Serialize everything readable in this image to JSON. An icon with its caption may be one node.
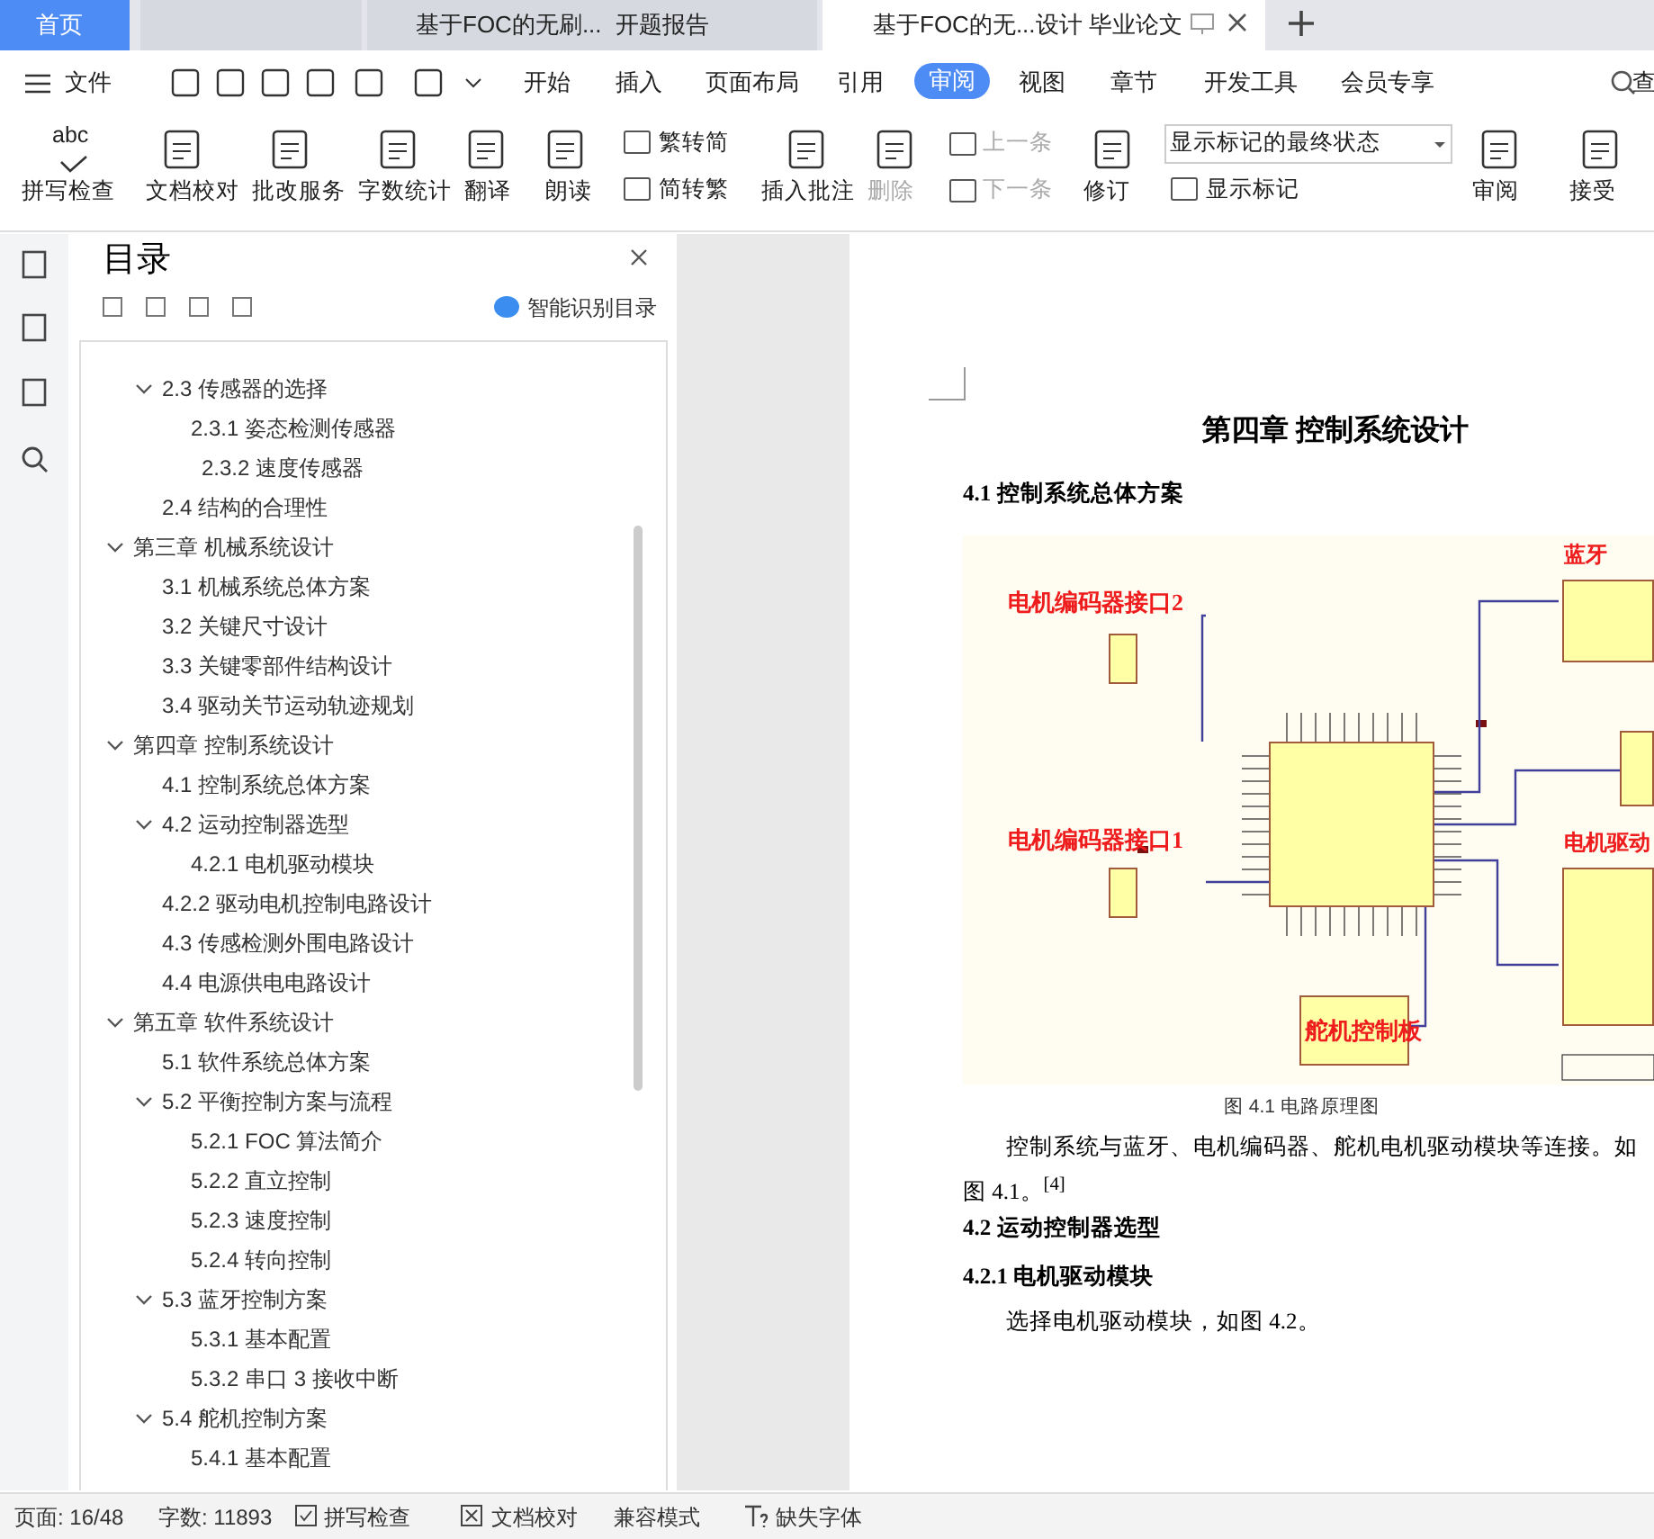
{
  "diagram": {
    "nodes": [
      {
        "text": [
          "电机编码器接口2"
        ]
      },
      {
        "text": [],
        "shape": "box"
      },
      {
        "text": [
          "电机编码器接口1"
        ]
      },
      {
        "text": [
          "蓝牙"
        ]
      },
      {
        "text": [],
        "shape": "box"
      },
      {
        "text": [
          "电机驱动"
        ]
      },
      {
        "text": [
          "舵机控制板"
        ]
      }
    ],
    "edges": [
      {
        "from": 0,
        "to": 1,
        "arrow": "none"
      },
      {
        "from": 2,
        "to": 1,
        "arrow": "none"
      },
      {
        "from": 3,
        "to": 1,
        "arrow": "none"
      },
      {
        "from": 4,
        "to": 1,
        "arrow": "none"
      },
      {
        "from": 5,
        "to": 1,
        "arrow": "none"
      },
      {
        "from": 6,
        "to": 1,
        "arrow": "none"
      }
    ],
    "labels": [
      "首页",
      "基于FOC的无刷...",
      "开题报告",
      "基于FOC的无...设计 毕业论文",
      "文件",
      "开始",
      "插入",
      "页面布局",
      "引用",
      "审阅",
      "视图",
      "章节",
      "开发工具",
      "会员专享",
      "查",
      "abc",
      "拼写检查",
      "文档校对",
      "批改服务",
      "字数统计",
      "翻译",
      "朗读",
      "繁转简",
      "简转繁",
      "插入批注",
      "删除",
      "上一条",
      "下一条",
      "修订",
      "显示标记的最终状态",
      "显示标记",
      "审阅",
      "接受",
      "目录",
      "智能识别目录",
      "2.3 传感器的选择",
      "2.3.1 姿态检测传感器",
      "2.3.2 速度传感器",
      "2.4 结构的合理性",
      "第三章 机械系统设计",
      "3.1 机械系统总体方案",
      "3.2 关键尺寸设计",
      "3.3 关键零部件结构设计",
      "3.4 驱动关节运动轨迹规划",
      "第四章 控制系统设计",
      "4.1 控制系统总体方案",
      "4.2 运动控制器选型",
      "4.2.1 电机驱动模块",
      "4.2.2 驱动电机控制电路设计",
      "4.3 传感检测外围电路设计",
      "4.4 电源供电电路设计",
      "第五章 软件系统设计",
      "5.1 软件系统总体方案",
      "5.2 平衡控制方案与流程",
      "5.2.1 FOC 算法简介",
      "5.2.2 直立控制",
      "5.2.3 速度控制",
      "5.2.4 转向控制",
      "5.3 蓝牙控制方案",
      "5.3.1 基本配置",
      "5.3.2 串口 3 接收中断",
      "5.4 舵机控制方案",
      "5.4.1 基本配置",
      "第四章 控制系统设计",
      "4.1 控制系统总体方案",
      "图 4.1 电路原理图",
      "控制系统与蓝牙、电机编码器、舵机电机驱动模块等连接。如图 4.1。$^{[4]}$",
      "4.2 运动控制器选型",
      "4.2.1 电机驱动模块",
      "选择电机驱动模块，如图 4.2。",
      "页面: 16/48",
      "字数: 11893",
      "拼写检查",
      "文档校对",
      "兼容模式",
      "缺失字体"
    ]
  }
}
